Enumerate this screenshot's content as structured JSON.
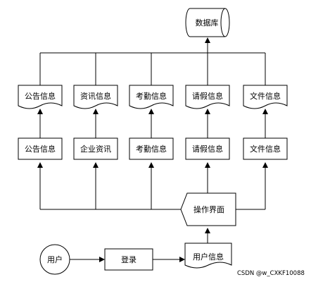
{
  "diagram": {
    "database": "数据库",
    "documents": [
      "公告信息",
      "资讯信息",
      "考勤信息",
      "请假信息",
      "文件信息"
    ],
    "modules": [
      "公告信息",
      "企业资讯",
      "考勤信息",
      "请假信息",
      "文件信息"
    ],
    "operation_ui": "操作界面",
    "user": "用户",
    "login": "登录",
    "user_info": "用户信息"
  },
  "watermark": "CSDN @w_CXKF10088"
}
